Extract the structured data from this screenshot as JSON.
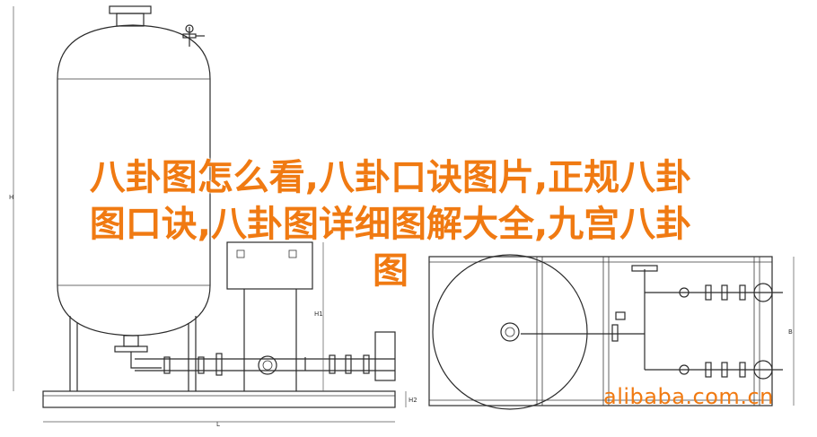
{
  "title_lines": [
    "八卦图怎么看,八卦口诀图片,正规八卦",
    "图口诀,八卦图详细图解大全,九宫八卦",
    "图"
  ],
  "watermark": "alibaba.com.cn",
  "dimension_labels": {
    "height_left": "H",
    "height_mid": "H1",
    "height_small": "H2",
    "length": "L",
    "width_right": "B"
  },
  "colors": {
    "title": "#f07a12",
    "linework": "#2b2b2b",
    "background": "#ffffff"
  }
}
